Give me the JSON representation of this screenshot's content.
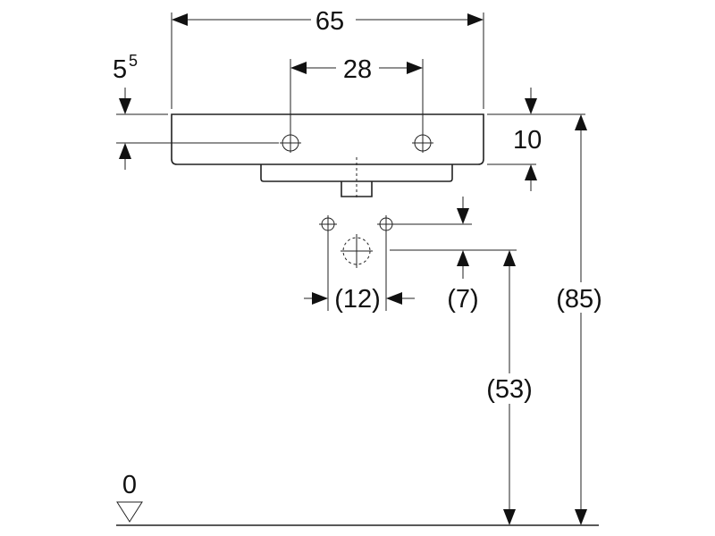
{
  "dimensions": {
    "overall_width": "65",
    "tap_hole_spacing": "28",
    "rim_offset_base": "5",
    "rim_offset_sup": "5",
    "rim_thickness": "10",
    "waste_spacing": "(12)",
    "waste_drop": "(7)",
    "waste_height": "(53)",
    "rim_height": "(85)",
    "floor_level": "0"
  }
}
